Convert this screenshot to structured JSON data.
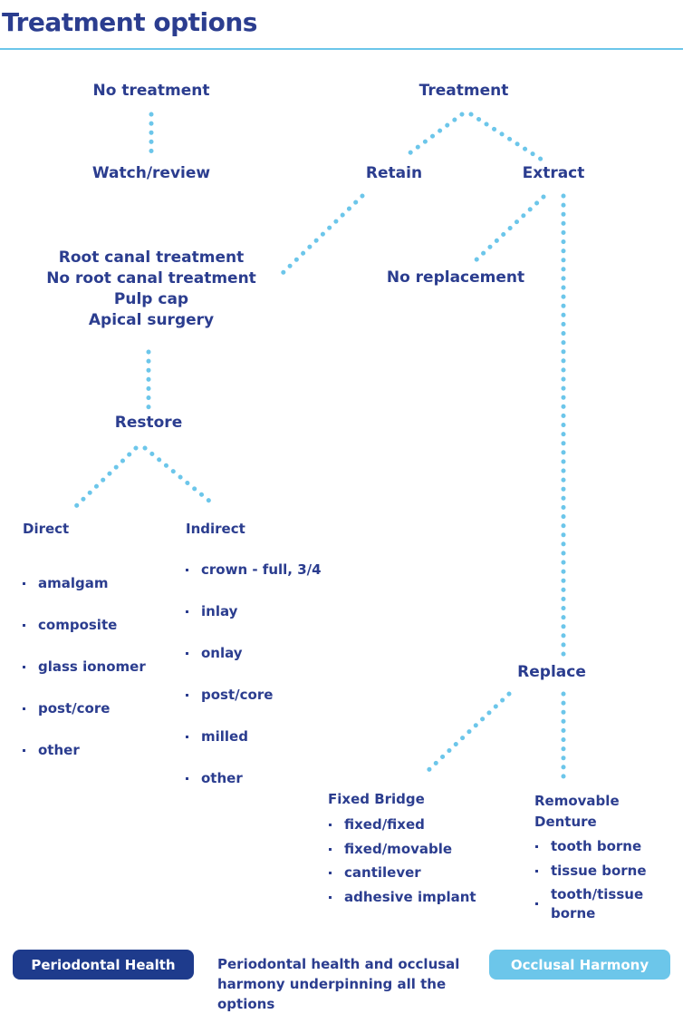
{
  "title": "Treatment options",
  "colors": {
    "primary": "#2b3d8f",
    "accent": "#6cc6ea",
    "dark_pill": "#1e3b8c",
    "light_pill": "#6cc6ea"
  },
  "nodes": {
    "no_treatment": "No treatment",
    "watch_review": "Watch/review",
    "treatment": "Treatment",
    "retain": "Retain",
    "extract": "Extract",
    "retain_options": [
      "Root canal treatment",
      "No root canal treatment",
      "Pulp cap",
      "Apical surgery"
    ],
    "no_replacement": "No replacement",
    "restore": "Restore",
    "replace": "Replace"
  },
  "restore": {
    "direct": {
      "label": "Direct",
      "items": [
        "amalgam",
        "composite",
        "glass ionomer",
        "post/core",
        "other"
      ]
    },
    "indirect": {
      "label": "Indirect",
      "items": [
        "crown - full, 3/4",
        "inlay",
        "onlay",
        "post/core",
        "milled",
        "other"
      ]
    }
  },
  "replace": {
    "fixed_bridge": {
      "label": "Fixed Bridge",
      "items": [
        "fixed/fixed",
        "fixed/movable",
        "cantilever",
        "adhesive implant"
      ]
    },
    "removable_denture": {
      "label_line1": "Removable",
      "label_line2": "Denture",
      "items": [
        "tooth borne",
        "tissue borne",
        "tooth/tissue borne"
      ]
    }
  },
  "footer": {
    "left_pill": "Periodontal Health",
    "note": "Periodontal health and occlusal harmony underpinning all the options",
    "right_pill": "Occlusal Harmony"
  }
}
